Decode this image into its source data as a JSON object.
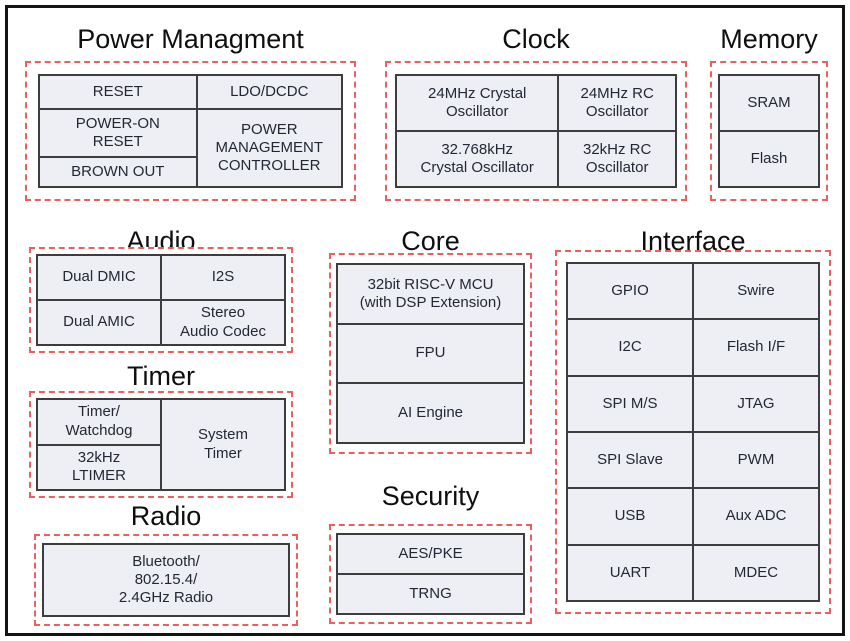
{
  "colors": {
    "frame_border": "#141414",
    "dashed_group_border": "#ed5f5f",
    "cell_fill": "#edeff4",
    "cell_border": "#3d3d3d",
    "title_text": "#0f0f0f",
    "cell_text": "#232834"
  },
  "sections": {
    "power": {
      "title": "Power Managment",
      "cells": {
        "reset": "RESET",
        "ldo_dcdc": "LDO/DCDC",
        "power_on_reset": "POWER-ON\nRESET",
        "pmc": "POWER\nMANAGEMENT\nCONTROLLER",
        "brown_out": "BROWN OUT"
      }
    },
    "clock": {
      "title": "Clock",
      "cells": {
        "xtal_24mhz": "24MHz Crystal\nOscillator",
        "rc_24mhz": "24MHz RC\nOscillator",
        "xtal_32khz": "32.768kHz\nCrystal Oscillator",
        "rc_32khz": "32kHz RC\nOscillator"
      }
    },
    "memory": {
      "title": "Memory",
      "cells": {
        "sram": "SRAM",
        "flash": "Flash"
      }
    },
    "audio": {
      "title": "Audio",
      "cells": {
        "dual_dmic": "Dual DMIC",
        "i2s": "I2S",
        "dual_amic": "Dual AMIC",
        "stereo_codec": "Stereo\nAudio Codec"
      }
    },
    "core": {
      "title": "Core",
      "cells": {
        "mcu": "32bit RISC-V MCU\n(with DSP Extension)",
        "fpu": "FPU",
        "ai_engine": "AI Engine"
      }
    },
    "interface": {
      "title": "Interface",
      "cells": {
        "gpio": "GPIO",
        "swire": "Swire",
        "i2c": "I2C",
        "flash_if": "Flash I/F",
        "spi_ms": "SPI M/S",
        "jtag": "JTAG",
        "spi_slave": "SPI Slave",
        "pwm": "PWM",
        "usb": "USB",
        "aux_adc": "Aux ADC",
        "uart": "UART",
        "mdec": "MDEC"
      }
    },
    "timer": {
      "title": "Timer",
      "cells": {
        "timer_watchdog": "Timer/\nWatchdog",
        "ltimer_32khz": "32kHz\nLTIMER",
        "system_timer": "System\nTimer"
      }
    },
    "radio": {
      "title": "Radio",
      "cells": {
        "radio_block": "Bluetooth/\n802.15.4/\n2.4GHz Radio"
      }
    },
    "security": {
      "title": "Security",
      "cells": {
        "aes_pke": "AES/PKE",
        "trng": "TRNG"
      }
    }
  }
}
